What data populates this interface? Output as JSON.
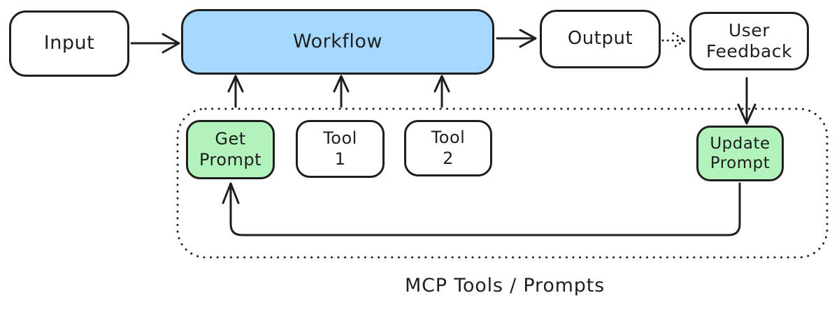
{
  "colors": {
    "stroke": "#1e1e1e",
    "blue_fill": "#a5d8ff",
    "green_fill": "#b2f2bb",
    "white_fill": "#ffffff",
    "background": "#ffffff"
  },
  "nodes": {
    "input": {
      "label": "Input",
      "lines": [
        "Input"
      ]
    },
    "workflow": {
      "label": "Workflow",
      "lines": [
        "Workflow"
      ]
    },
    "output": {
      "label": "Output",
      "lines": [
        "Output"
      ]
    },
    "user_feedback": {
      "label": "User Feedback",
      "lines": [
        "User",
        "Feedback"
      ]
    },
    "get_prompt": {
      "label": "Get Prompt",
      "lines": [
        "Get",
        "Prompt"
      ]
    },
    "tool_1": {
      "label": "Tool 1",
      "lines": [
        "Tool",
        "1"
      ]
    },
    "tool_2": {
      "label": "Tool 2",
      "lines": [
        "Tool",
        "2"
      ]
    },
    "update_prompt": {
      "label": "Update Prompt",
      "lines": [
        "Update",
        "Prompt"
      ]
    }
  },
  "container_label": "MCP Tools / Prompts",
  "edges": [
    {
      "from": "Input",
      "to": "Workflow",
      "style": "solid-arrow"
    },
    {
      "from": "Workflow",
      "to": "Output",
      "style": "solid-arrow"
    },
    {
      "from": "Output",
      "to": "User Feedback",
      "style": "dotted-arrow"
    },
    {
      "from": "User Feedback",
      "to": "Update Prompt",
      "style": "solid-arrow"
    },
    {
      "from": "Get Prompt",
      "to": "Workflow",
      "style": "solid-arrow"
    },
    {
      "from": "Tool 1",
      "to": "Workflow",
      "style": "solid-arrow"
    },
    {
      "from": "Tool 2",
      "to": "Workflow",
      "style": "solid-arrow"
    },
    {
      "from": "Update Prompt",
      "to": "Get Prompt",
      "style": "solid-arrow-loop"
    }
  ]
}
